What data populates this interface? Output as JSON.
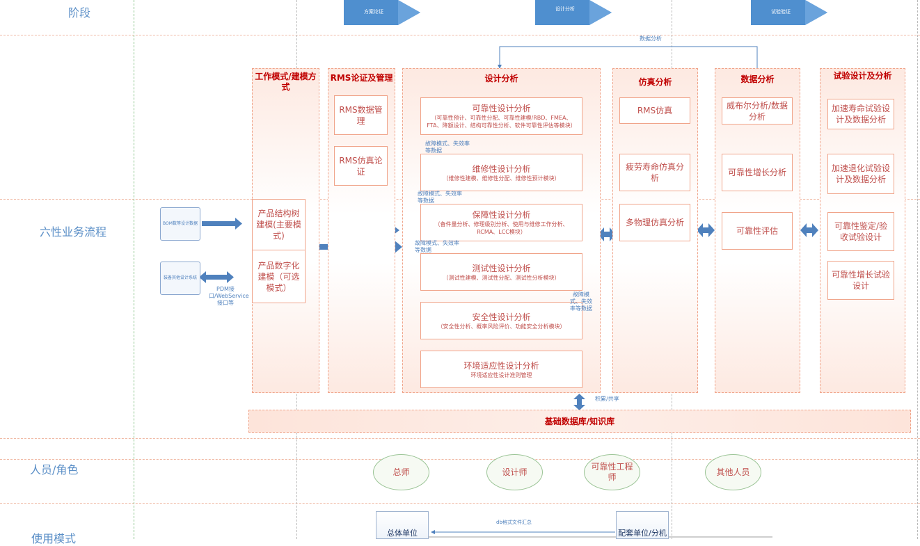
{
  "lanes": {
    "stage": "阶段",
    "process": "六性业务流程",
    "roles": "人员/角色",
    "usage": "使用模式"
  },
  "phases": [
    "方案论证",
    "设计分析",
    "试验验证"
  ],
  "top_link_label": "数据分析",
  "groups": {
    "modeling": {
      "title": "工作模式/建模方式",
      "items": [
        "产品结构树建模(主要模式)",
        "产品数字化建模（可选模式）"
      ]
    },
    "rms": {
      "title": "RMS论证及管理",
      "items": [
        "RMS数据管理",
        "RMS仿真论证"
      ]
    },
    "design": {
      "title": "设计分析",
      "items": [
        {
          "title": "可靠性设计分析",
          "sub": "（可靠性预计、可靠性分配、可靠性建模/RBD、FMEA、FTA、降额设计、结构可靠性分析、软件可靠性评估等模块）"
        },
        {
          "title": "维修性设计分析",
          "sub": "（维修性建模、维修性分配、维修性预计模块）"
        },
        {
          "title": "保障性设计分析",
          "sub": "（备件量分析、修理级别分析、使用与维修工作分析、RCMA、LCC模块）"
        },
        {
          "title": "测试性设计分析",
          "sub": "（测试性建模、测试性分配、测试性分析模块）"
        },
        {
          "title": "安全性设计分析",
          "sub": "（安全性分析、概率风险评价、功能安全分析模块）"
        },
        {
          "title": "环境适应性设计分析",
          "sub": "环境适应性设计准则管理"
        }
      ]
    },
    "sim": {
      "title": "仿真分析",
      "items": [
        "RMS仿真",
        "疲劳寿命仿真分析",
        "多物理仿真分析"
      ]
    },
    "data": {
      "title": "数据分析",
      "items": [
        "威布尔分析/数据分析",
        "可靠性增长分析",
        "可靠性评估"
      ]
    },
    "test": {
      "title": "试验设计及分析",
      "items": [
        "加速寿命试验设计及数据分析",
        "加速退化试验设计及数据分析",
        "可靠性鉴定/验收试验设计",
        "可靠性增长试验设计"
      ]
    }
  },
  "notes": {
    "n1": "故障模式、失效率等数据",
    "n2": "故障模式、失效率等数据",
    "n3": "故障模式、失效率等数据",
    "n4": "故障模式、失效率等数据",
    "accumulate": "积累/共享",
    "pdm": "PDM接口/WebService接口等"
  },
  "sources": {
    "bom": "BOM数等设计数据",
    "other": "装备其他设计系统"
  },
  "knowledge_base": "基础数据库/知识库",
  "roles": [
    "总师",
    "设计师",
    "可靠性工程师",
    "其他人员"
  ],
  "usage": {
    "left_box": "总体单位",
    "right_box": "配套单位/分机",
    "arrow_label": "db格式文件汇总"
  },
  "colors": {
    "lane_label": "#5b8fc7",
    "group_title": "#c00000",
    "box_text": "#c0504d",
    "arrow": "#4f81bd",
    "phase": "#4f8fcf"
  }
}
